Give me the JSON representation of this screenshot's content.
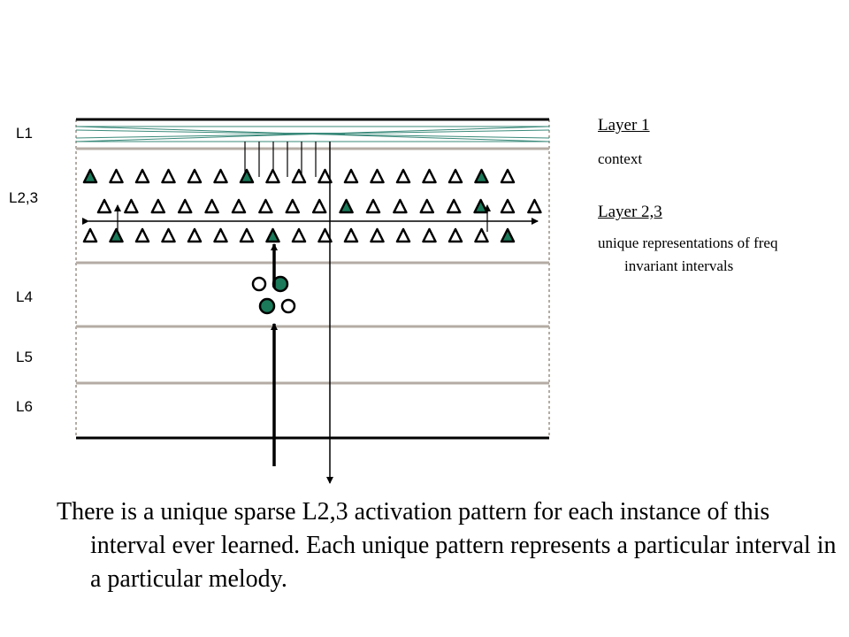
{
  "layer_labels": {
    "l1": "L1",
    "l23": "L2,3",
    "l4": "L4",
    "l5": "L5",
    "l6": "L6"
  },
  "legend": {
    "layer1_title": "Layer 1",
    "layer1_desc": "context",
    "layer23_title": "Layer 2,3",
    "layer23_desc": "unique representations of freq invariant intervals"
  },
  "caption": "There is a unique sparse L2,3 activation pattern for each instance of this interval ever learned. Each unique pattern represents a particular interval in a particular melody.",
  "colors": {
    "active_cell": "#1a7a5a",
    "layer_line": "#b4aca4",
    "layer1_fiber": "#3a8a7a",
    "outline": "#000000"
  },
  "l23_rows": [
    [
      1,
      0,
      0,
      0,
      0,
      0,
      1,
      0,
      0,
      0,
      0,
      0,
      0,
      0,
      0,
      1,
      0
    ],
    [
      0,
      0,
      0,
      0,
      0,
      0,
      0,
      0,
      0,
      1,
      0,
      0,
      0,
      0,
      1,
      0,
      0
    ],
    [
      0,
      1,
      0,
      0,
      0,
      0,
      0,
      1,
      0,
      0,
      0,
      0,
      0,
      0,
      0,
      0,
      1
    ]
  ],
  "l4_cells": [
    {
      "active": false
    },
    {
      "active": true
    },
    {
      "active": true
    },
    {
      "active": false
    }
  ]
}
